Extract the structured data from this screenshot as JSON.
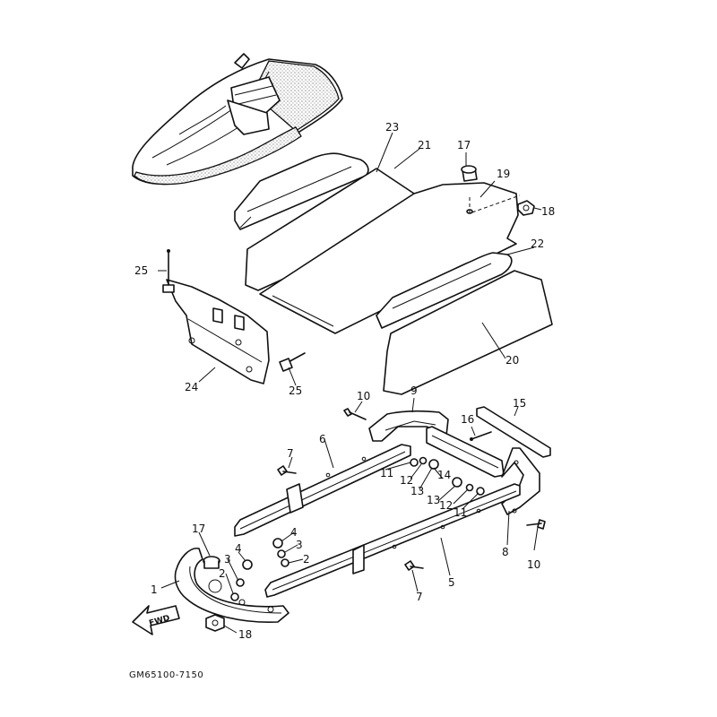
{
  "diagram_code": "GM65100-7150",
  "fwd_label": "FWD",
  "callouts": {
    "c1": "1",
    "c2a": "2",
    "c2b": "2",
    "c3a": "3",
    "c3b": "3",
    "c4a": "4",
    "c4b": "4",
    "c5": "5",
    "c6": "6",
    "c7a": "7",
    "c7b": "7",
    "c8": "8",
    "c9": "9",
    "c10a": "10",
    "c10b": "10",
    "c11a": "11",
    "c11b": "11",
    "c12a": "12",
    "c12b": "12",
    "c13a": "13",
    "c13b": "13",
    "c14": "14",
    "c15": "15",
    "c16": "16",
    "c17a": "17",
    "c17b": "17",
    "c18a": "18",
    "c18b": "18",
    "c19": "19",
    "c20": "20",
    "c21": "21",
    "c22": "22",
    "c23": "23",
    "c24": "24",
    "c25a": "25",
    "c25b": "25"
  }
}
